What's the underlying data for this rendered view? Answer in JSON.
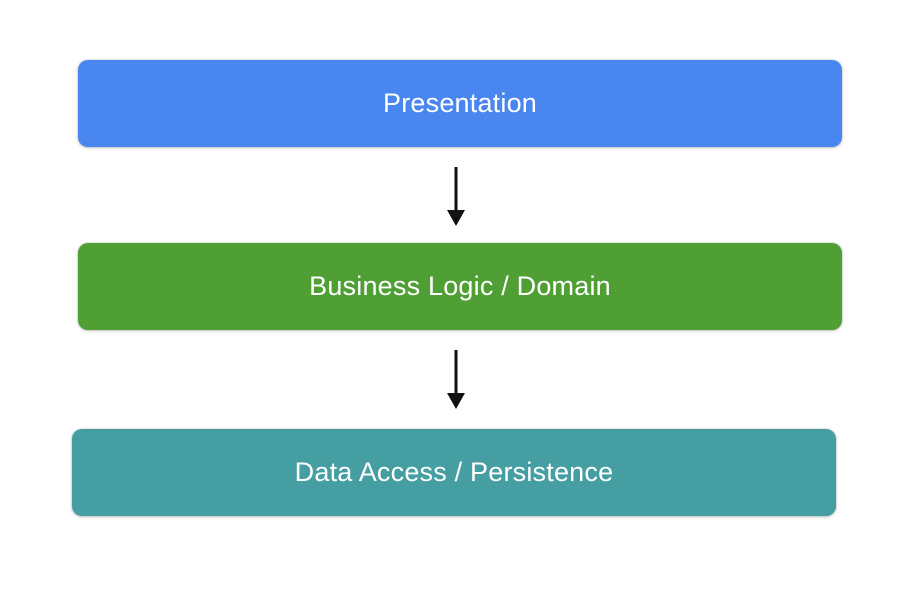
{
  "diagram": {
    "layers": [
      {
        "id": "presentation",
        "label": "Presentation",
        "color": "#4a86f0"
      },
      {
        "id": "business-logic",
        "label": "Business Logic / Domain",
        "color": "#4f9f34"
      },
      {
        "id": "data-access",
        "label": "Data Access / Persistence",
        "color": "#459ea1"
      }
    ],
    "arrows": [
      {
        "from": "presentation",
        "to": "business-logic"
      },
      {
        "from": "business-logic",
        "to": "data-access"
      }
    ],
    "arrow_color": "#111111",
    "text_color": "#ffffff",
    "background": "#ffffff"
  }
}
